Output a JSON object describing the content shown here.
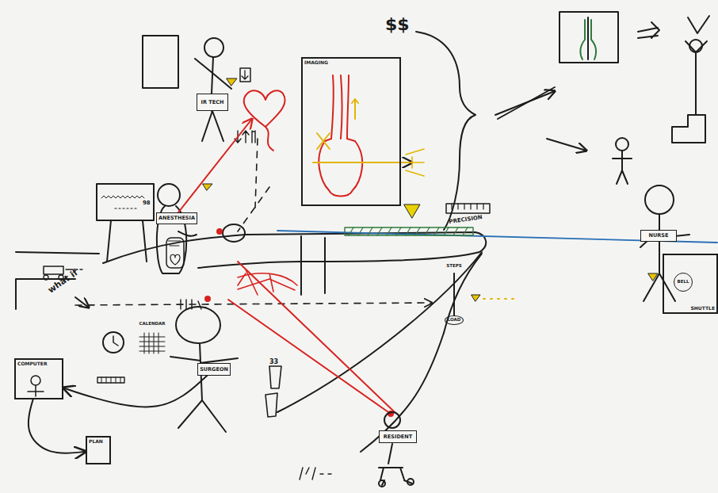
{
  "diagram": {
    "nodes": [
      {
        "text": [
          "IR TECH"
        ]
      },
      {
        "text": [
          "IMAGING"
        ]
      },
      {
        "text": [
          "ANESTHESIA"
        ]
      },
      {
        "text": [
          "NURSE"
        ]
      },
      {
        "text": [
          "SHUTTLE"
        ]
      },
      {
        "text": [
          "BELL"
        ],
        "in": 4
      },
      {
        "text": [
          "CALENDAR"
        ]
      },
      {
        "text": [
          "SURGEON"
        ]
      },
      {
        "text": [
          "COMPUTER"
        ]
      },
      {
        "text": [
          "PLAN"
        ]
      },
      {
        "text": [
          "RESIDENT"
        ]
      },
      {
        "text": [
          "STEPS"
        ]
      },
      {
        "text": [
          "LOAD"
        ]
      }
    ],
    "edges": [
      {
        "from": 7,
        "to": 8,
        "arrow": "to"
      },
      {
        "from": 8,
        "to": 9,
        "arrow": "to"
      },
      {
        "from": 11,
        "to": 12,
        "arrow": "none"
      }
    ],
    "labels": [
      "$$",
      "98",
      "what if",
      "PRECISION",
      "33"
    ]
  }
}
